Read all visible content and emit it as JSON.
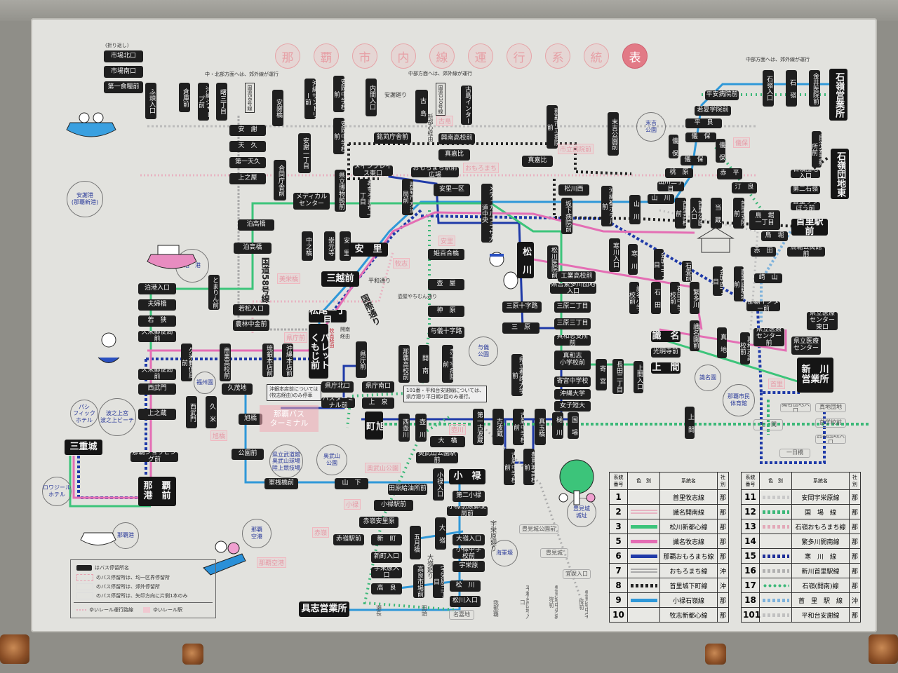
{
  "title_seals": [
    "那",
    "覇",
    "市",
    "内",
    "線",
    "運",
    "行",
    "系",
    "統",
    "表"
  ],
  "stops": [
    "市場北口",
    "市場南口",
    "第一食糧前",
    "ふ頭入口",
    "倉庫前",
    "沖縄シャープ前",
    "曙三丁目",
    "安　謝",
    "天　久",
    "第一天久",
    "上之屋",
    "安謝橋",
    "沖縄サントリー前",
    "安岡中学校前",
    "安岡中学校前",
    "内間入口",
    "古　島",
    "古島インター",
    "安謝一丁目",
    "合同庁舎前",
    "メディカル\nセンター",
    "県立博物館前",
    "おもろまち一丁目",
    "銘苅庁舎前",
    "興南高校前",
    "真嘉比",
    "メインプレイス東口",
    "おもろまち駅前広場",
    "那覇市水道局前",
    "安里一区",
    "メディカルプラザ大道中央",
    "那覇市立病院前",
    "真嘉比",
    "末吉公園前",
    "松川西",
    "坂下病院前",
    "沖縄都ホテル前",
    "泊高橋",
    "泊高橋",
    "中之橋",
    "崇元寺",
    "安　里",
    "安　里",
    "姫百合橋",
    "松　川",
    "松川医院前",
    "寒川入口",
    "工業高校前",
    "県営繁多川団地入口",
    "三原十字路",
    "三原二丁目",
    "三原三丁目",
    "三　原",
    "真和志支所前",
    "真和志\n小学校前",
    "寄宮中学校",
    "沖縄大学",
    "女子短大",
    "寄　宮",
    "長田二丁目",
    "三越前",
    "壺　屋",
    "神　原",
    "与儀十字路",
    "松尾一丁目",
    "パレット\nくもじ前",
    "県庁前",
    "県庁北口",
    "バスターミナル前",
    "県庁南口",
    "上　泉",
    "旭　町",
    "那覇高校前",
    "開　南",
    "赤十字病院前",
    "県立看護大学前",
    "西壺川",
    "壺　川",
    "第一古波蔵",
    "古波蔵",
    "古蔵中学校前",
    "古蔵中学校前",
    "真玉橋",
    "豊見城高校前",
    "樋　川",
    "国　場",
    "大　橋",
    "奥武山公園駅前",
    "小禄入口",
    "小　禄",
    "田原給油所前",
    "第二小禄",
    "小禄駅前",
    "小禄前原郵便局前",
    "赤嶺安里原",
    "大　嶺",
    "五月橋",
    "赤嶺駅前",
    "新　町",
    "大嶺入口",
    "小禄中学校前",
    "宇栄原",
    "新町入口",
    "宇栄原入口",
    "高良市場前",
    "宇栄原三丁目",
    "高　良",
    "松　川",
    "松川入口",
    "具志営業所",
    "泊港入口",
    "夫婦橋",
    "若　狭",
    "久米郵便局前",
    "久米郵便局前",
    "西武門",
    "上之蔵",
    "那覇ショッピング前",
    "那　覇\n港　前",
    "三重城",
    "とまりん前",
    "若松入口",
    "農林中金前",
    "久米郵便局前",
    "商業高校前",
    "琉銀本店前",
    "沖縄本店前",
    "久茂地",
    "西武門",
    "久　米",
    "旭橋",
    "公園前",
    "軍桟橋前",
    "山　下",
    "石嶺入口",
    "石　嶺",
    "金井医院前",
    "石嶺営業所",
    "平安病院前",
    "若夏学院前",
    "平　良",
    "儀　保",
    "儀　保",
    "儀　保",
    "儀　保",
    "桃　原",
    "山川二丁目",
    "山　川",
    "山　川",
    "赤　平",
    "汀　良",
    "首里高校前",
    "首里公園入口",
    "当　蔵",
    "首里支所前",
    "鳥　堀\n一丁目",
    "首里駅前",
    "自治会事務所前",
    "石嶺団地東",
    "石嶺団地入口",
    "第二石嶺",
    "首里りうぼう前",
    "鳥　堀",
    "赤　田",
    "鳥堀公民館前",
    "崎　山",
    "寒　川",
    "金城二丁目",
    "石畳前",
    "金城四丁目",
    "農業試験場前",
    "識名小学校前",
    "石　田",
    "石田中学校前",
    "繁多川",
    "那覇インター前",
    "識　名",
    "光明寺前",
    "上　間",
    "上間入口",
    "識名園前",
    "真　地",
    "真和志高校前",
    "県立医療\nセンター前",
    "県立医療\nセンター東口",
    "県立医療\nセンター",
    "新　川\n営業所",
    "上　間",
    "上　間",
    "識名団地入口",
    "真地団地",
    "首学校前",
    "真地団地入口",
    "一日橋",
    "瀬長",
    "田頭",
    "名嘉地",
    "我那覇",
    "豊見城公園前",
    "豊見城",
    "宜保入口",
    "平和台団地入口",
    "豊見城中央病院前",
    "豊見城中学校前"
  ],
  "places": [
    "安謝港\n(那覇新港)",
    "泊　港",
    "末吉\n公園",
    "与儀\n公園",
    "識名園",
    "那覇市民\n体育館",
    "福州園",
    "波之上宮\n波之上ビーチ",
    "パシ\nフィック\nホテル",
    "ロワジール\nホテル",
    "県立武道館\n奥武山球場\n陸上競技場",
    "奥武山\n公園",
    "那覇\n空港",
    "豊見城\n城址",
    "海軍壕",
    "那覇港"
  ],
  "rail_stations": [
    "古島",
    "市立病院前",
    "おもろまち",
    "安里",
    "牧志",
    "美栄橋",
    "県庁前",
    "旭橋",
    "壺川",
    "奥武山公園",
    "小禄",
    "赤嶺",
    "那覇空港",
    "儀保",
    "首里"
  ],
  "bus_terminal": "那覇バス\nターミナル",
  "notes": {
    "turnaround": "(折り返し)",
    "north_central": "中・北部方面へは、郊外線が運行",
    "central_1": "中部方面へは、郊外線が運行",
    "central_2": "中部方面へは、郊外線が運行",
    "route58_short": "国道58号線",
    "route330": "国道330号線",
    "route58": "国道58号線",
    "aja_loop": "安謝廻り",
    "shintoshin": "新都心経由",
    "kokusai": "国際通り",
    "heiwa": "平和通り",
    "tsuboya": "壺屋やちむん通り",
    "makishi_via": "牧志経由",
    "kainan_via": "開南経由",
    "okigin_note": "沖銀本店前については\n(牧志経由)のみ停車",
    "route101_note": "101番・平和台安謝線については、\n県庁廻り平日朝2回のみ運行。",
    "omine_loop": "大嶺廻り",
    "uebaru_loop": "宇栄原廻り"
  },
  "legend": {
    "stop_name": "はバス停留所名",
    "boundary": "のバス停留所は、均一区界停留所",
    "suburban": "のバス停留所は、郊外停留所",
    "one_way": "のバス停留所は、矢印方向に片側1本のみ",
    "yui_line": "ゆいレール運行路線",
    "yui_station": "ゆいレール駅"
  },
  "route_table": {
    "headers": [
      "系統\n番号",
      "色　別",
      "系統名",
      "社別"
    ],
    "left": [
      {
        "no": "1",
        "color": null,
        "style": "none",
        "name": "首里牧志線",
        "co": "那"
      },
      {
        "no": "2",
        "color": "#e7b3c2",
        "style": "double",
        "name": "識名開南線",
        "co": "那"
      },
      {
        "no": "3",
        "color": "#3cc47a",
        "style": "solid",
        "name": "松川新都心線",
        "co": "那"
      },
      {
        "no": "5",
        "color": "#e46eb4",
        "style": "solid",
        "name": "識名牧志線",
        "co": "那"
      },
      {
        "no": "6",
        "color": "#1f3aa8",
        "style": "solid",
        "name": "那覇おもろまち線",
        "co": "那"
      },
      {
        "no": "7",
        "color": "#a9a9a9",
        "style": "double",
        "name": "おもろまち線",
        "co": "沖"
      },
      {
        "no": "8",
        "color": "#222222",
        "style": "dotted",
        "name": "首里城下町線",
        "co": "沖"
      },
      {
        "no": "9",
        "color": "#2f98d8",
        "style": "solid",
        "name": "小禄石嶺線",
        "co": "那"
      },
      {
        "no": "10",
        "color": null,
        "style": "none",
        "name": "牧志新都心線",
        "co": "那"
      }
    ],
    "right": [
      {
        "no": "11",
        "color": "#c9c9c9",
        "style": "dotted",
        "name": "安岡宇栄原線",
        "co": "那"
      },
      {
        "no": "12",
        "color": "#3cb878",
        "style": "dotted",
        "name": "国　場　線",
        "co": "那"
      },
      {
        "no": "13",
        "color": "#e2a8b8",
        "style": "dotted",
        "name": "石嶺おもろまち線",
        "co": "那"
      },
      {
        "no": "14",
        "color": null,
        "style": "none",
        "name": "繁多川開南線",
        "co": "那"
      },
      {
        "no": "15",
        "color": "#1f2f98",
        "style": "dotted",
        "name": "寒　川　線",
        "co": "那"
      },
      {
        "no": "16",
        "color": "#b0b0b0",
        "style": "dotted",
        "name": "新川首里駅線",
        "co": "那"
      },
      {
        "no": "17",
        "color": "#3cb878",
        "style": "round",
        "name": "石嶺(開南)線",
        "co": "那"
      },
      {
        "no": "18",
        "color": "#7fb3dc",
        "style": "dotted",
        "name": "首　里　駅　線",
        "co": "沖"
      },
      {
        "no": "101",
        "color": "#c0c0c0",
        "style": "dotted",
        "name": "平和台安謝線",
        "co": "那"
      }
    ]
  },
  "colors": {
    "board": "#e2e2de",
    "stop": "#1f1f1f",
    "green": "#3cc47a",
    "blue": "#2f98d8",
    "navy": "#1f3aa8",
    "pink": "#e46eb4",
    "rail": "#e59aa6"
  }
}
